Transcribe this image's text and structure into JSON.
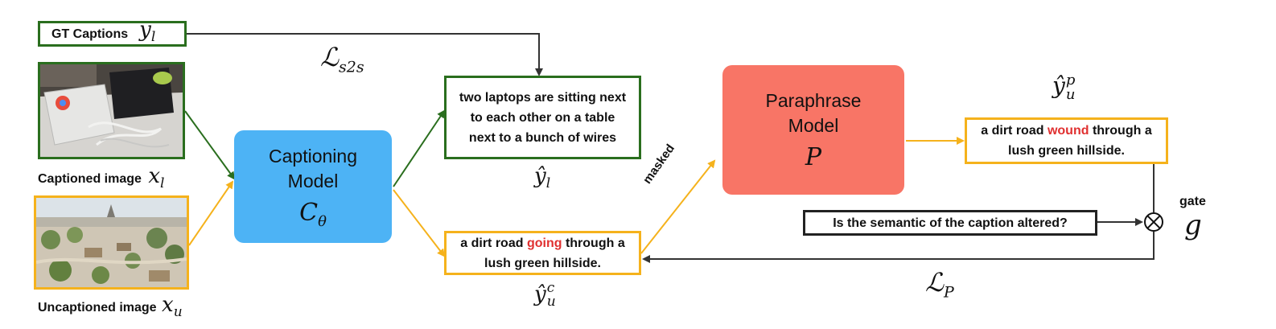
{
  "gt_captions": {
    "label": "GT Captions",
    "symbol": "y",
    "sub": "l"
  },
  "captioned_image": {
    "label": "Captioned image",
    "symbol": "x",
    "sub": "l"
  },
  "uncaptioned_image": {
    "label": "Uncaptioned image",
    "symbol": "x",
    "sub": "u"
  },
  "captioning_model": {
    "line1": "Captioning",
    "line2": "Model",
    "symbol": "C",
    "sub": "θ",
    "color": "#4db3f5"
  },
  "paraphrase_model": {
    "line1": "Paraphrase",
    "line2": "Model",
    "symbol": "P",
    "color": "#f87566"
  },
  "loss_s2s": {
    "symbol": "ℒ",
    "sub": "s2s"
  },
  "loss_p": {
    "symbol": "ℒ",
    "sub": "P"
  },
  "caption_labeled": {
    "text": "two laptops are sitting next to each other on a table next to a bunch of wires",
    "symbol_hat": "ŷ",
    "sub": "l"
  },
  "caption_unlabeled": {
    "before": "a dirt road ",
    "highlight": "going",
    "after": " through a lush green hillside.",
    "symbol_hat": "ŷ",
    "sub": "u",
    "sup": "c"
  },
  "caption_paraphrased": {
    "before": "a dirt road ",
    "highlight": "wound",
    "after": " through a lush green hillside.",
    "symbol_hat": "ŷ",
    "sub": "u",
    "sup": "p"
  },
  "masked_label": "masked",
  "question": "Is the semantic of the caption altered?",
  "gate": {
    "label": "gate",
    "symbol": "g",
    "operator": "⊗"
  },
  "colors": {
    "labeled": "#2a6e1e",
    "unlabeled": "#f5b21c",
    "flow": "#333333",
    "highlight": "#e03030"
  }
}
